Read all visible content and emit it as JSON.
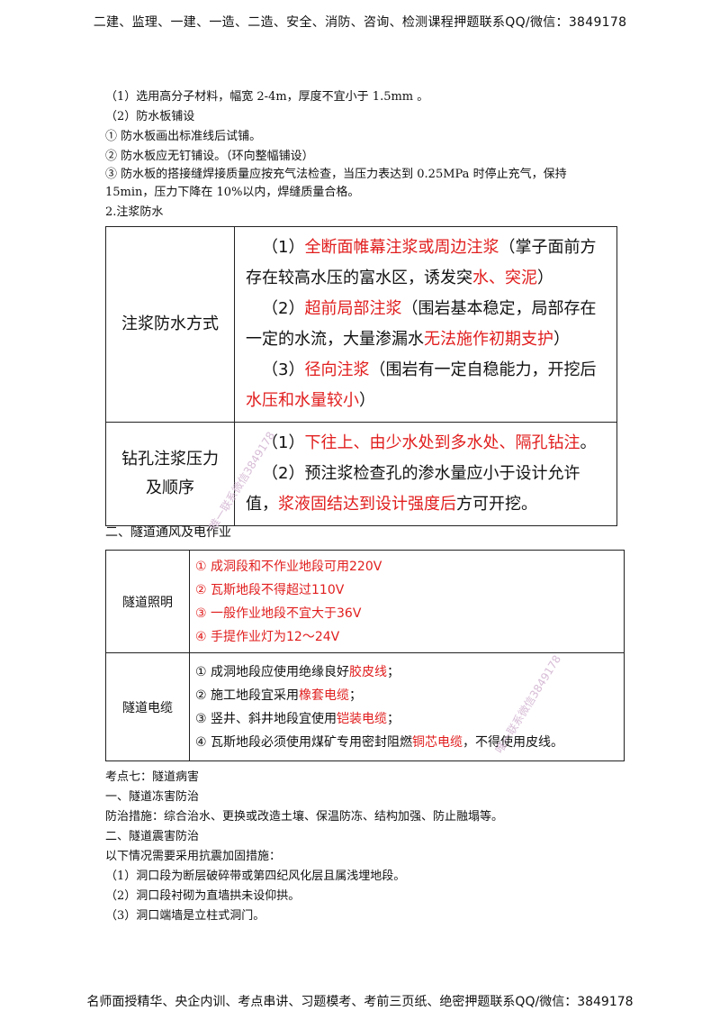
{
  "header": "二建、监理、一建、一造、二造、安全、消防、咨询、检测课程押题联系QQ/微信：3849178",
  "footer": "名师面授精华、央企内训、考点串讲、习题模考、考前三页纸、绝密押题联系QQ/微信：3849178",
  "intro_lines": [
    "（1）选用高分子材料，幅宽 2-4m，厚度不宜小于 1.5mm 。",
    "（2）防水板铺设",
    "① 防水板画出标准线后试铺。",
    "② 防水板应无钉铺设。（环向整幅铺设）",
    "③ 防水板的搭接缝焊接质量应按充气法检查，当压力表达到 0.25MPa 时停止充气，保持",
    "15min，压力下降在 10%以内，焊缝质量合格。",
    "2.注浆防水"
  ],
  "table1": {
    "row1": {
      "label": "注浆防水方式",
      "items": [
        [
          {
            "t": "（1）",
            "r": false
          },
          {
            "t": "全断面帷幕注浆或周边注浆",
            "r": true
          },
          {
            "t": "（掌子面前方存在较高水压的富水区，诱发突",
            "r": false
          },
          {
            "t": "水、突泥",
            "r": true
          },
          {
            "t": "）",
            "r": false
          }
        ],
        [
          {
            "t": "（2）",
            "r": false
          },
          {
            "t": "超前局部注浆",
            "r": true
          },
          {
            "t": "（围岩基本稳定，局部存在一定的水流，大量渗漏水",
            "r": false
          },
          {
            "t": "无法施作初期支护",
            "r": true
          },
          {
            "t": "）",
            "r": false
          }
        ],
        [
          {
            "t": "（3）",
            "r": false
          },
          {
            "t": "径向注浆",
            "r": true
          },
          {
            "t": "（围岩有一定自稳能力，开挖后",
            "r": false
          },
          {
            "t": "水压和水量较小",
            "r": true
          },
          {
            "t": "）",
            "r": false
          }
        ]
      ]
    },
    "row2": {
      "label_line1": "钻孔注浆压力",
      "label_line2": "及顺序",
      "items": [
        [
          {
            "t": "（1）",
            "r": false
          },
          {
            "t": "下往上、由少水处到多水处、隔孔钻注",
            "r": true
          },
          {
            "t": "。",
            "r": false
          }
        ],
        [
          {
            "t": "（2）预注浆检查孔的渗水量应小于设计允许值，",
            "r": false
          },
          {
            "t": "浆液固结达到设计强度后",
            "r": true
          },
          {
            "t": "方可开挖。",
            "r": false
          }
        ]
      ]
    }
  },
  "section2_title": "二、隧道通风及电作业",
  "table2": {
    "row1": {
      "label": "隧道照明",
      "items": [
        [
          {
            "t": "① 成洞段和不作业地段可用220V",
            "r": true
          }
        ],
        [
          {
            "t": "② 瓦斯地段不得超过110V",
            "r": true
          }
        ],
        [
          {
            "t": "③ 一般作业地段不宜大于36V",
            "r": true
          }
        ],
        [
          {
            "t": "④ 手提作业灯为12～24V",
            "r": true
          }
        ]
      ]
    },
    "row2": {
      "label": "隧道电缆",
      "items": [
        [
          {
            "t": "① 成洞地段应使用绝缘良好",
            "r": false
          },
          {
            "t": "胶皮线",
            "r": true
          },
          {
            "t": "；",
            "r": false
          }
        ],
        [
          {
            "t": "② 施工地段宜采用",
            "r": false
          },
          {
            "t": "橡套电缆",
            "r": true
          },
          {
            "t": "；",
            "r": false
          }
        ],
        [
          {
            "t": "③ 竖井、斜井地段宜使用",
            "r": false
          },
          {
            "t": "铠装电缆",
            "r": true
          },
          {
            "t": "；",
            "r": false
          }
        ],
        [
          {
            "t": "④ 瓦斯地段必须使用煤矿专用密封阻燃",
            "r": false
          },
          {
            "t": "铜芯电缆",
            "r": true
          },
          {
            "t": "，不得使用皮线。",
            "r": false
          }
        ]
      ]
    }
  },
  "outro_lines": [
    "考点七：隧道病害",
    "一、隧道冻害防治",
    "防治措施：综合治水、更换或改造土壤、保温防冻、结构加强、防止融塌等。",
    "二、隧道震害防治",
    "以下情况需要采用抗震加固措施：",
    "（1）洞口段为断层破碎带或第四纪风化层且属浅埋地段。",
    "（2）洞口段衬砌为直墙拱未设仰拱。",
    "（3）洞口端墙是立柱式洞门。"
  ],
  "watermarks": [
    "唯一联系微信3849178",
    "唯一联系微信3849178"
  ]
}
